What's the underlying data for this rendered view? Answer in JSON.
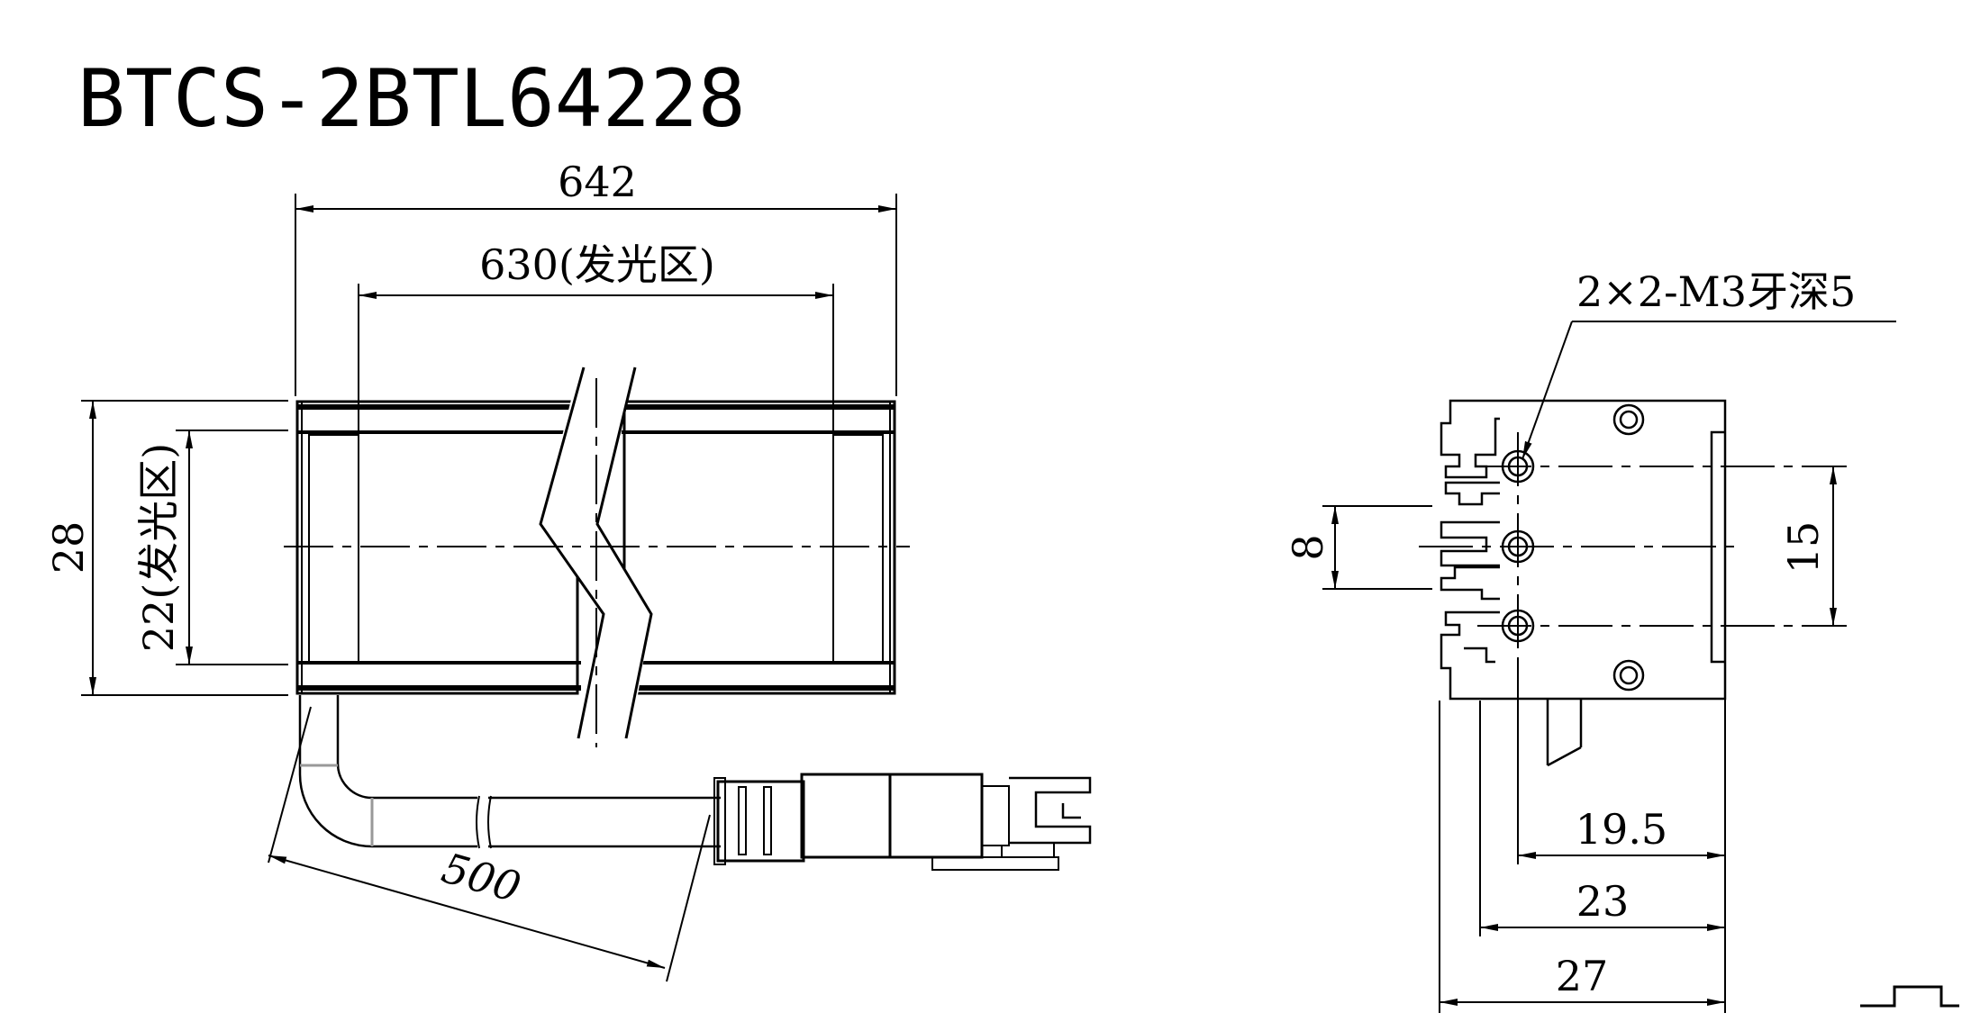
{
  "title": "BTCS-2BTL64228",
  "front_view": {
    "overall_length": "642",
    "emitting_length": "630(发光区)",
    "overall_width": "28",
    "emitting_width": "22(发光区)",
    "cable_length": "500"
  },
  "side_view": {
    "thread_callout": "2×2-M3牙深5",
    "hole_spacing_small": "8",
    "hole_spacing_large": "15",
    "dim_19_5": "19.5",
    "dim_23": "23",
    "dim_27": "27"
  },
  "colors": {
    "line": "#000000",
    "background": "#ffffff",
    "cable_mark": "#999999"
  }
}
